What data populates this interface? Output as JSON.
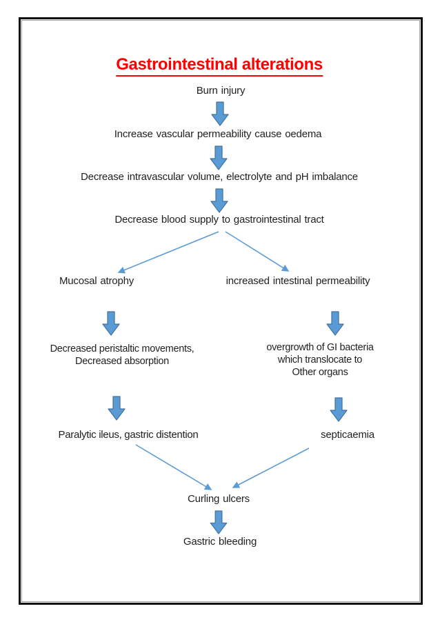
{
  "colors": {
    "title_red": "#ff0000",
    "arrow_fill": "#5b9bd5",
    "arrow_stroke": "#41719c",
    "arrow_line": "#5b9bd5",
    "text_color": "#1f1f1f"
  },
  "title": "Gastrointestinal alterations",
  "flowchart": {
    "center": {
      "burn_injury": "Burn injury",
      "vascular_permeability": "Increase vascular permeability cause oedema",
      "intravascular_volume": "Decrease intravascular volume, electrolyte and pH imbalance",
      "blood_supply": "Decrease blood supply to gastrointestinal tract",
      "curling_ulcers": "Curling ulcers",
      "gastric_bleeding": "Gastric bleeding"
    },
    "left_branch": {
      "mucosal_atrophy": "Mucosal atrophy",
      "peristaltic_line1": "Decreased peristaltic movements,",
      "peristaltic_line2": "Decreased absorption",
      "paralytic_ileus": "Paralytic ileus, gastric distention"
    },
    "right_branch": {
      "intestinal_permeability": "increased intestinal permeability",
      "overgrowth_line1": "overgrowth of GI bacteria",
      "overgrowth_line2": "which translocate to",
      "overgrowth_line3": "Other organs",
      "septicaemia": "septicaemia"
    }
  }
}
